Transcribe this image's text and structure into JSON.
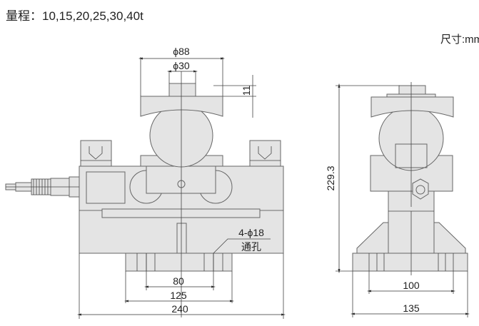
{
  "header": {
    "range_label": "量程：10,15,20,25,30,40t",
    "unit_label": "尺寸:mm"
  },
  "front_view": {
    "dim_outer_diameter": "ϕ88",
    "dim_inner_diameter": "ϕ30",
    "dim_height_top": "11",
    "hole_spec": "4-ϕ18",
    "hole_type": "通孔",
    "dim_hole_spacing": "80",
    "dim_base_width": "125",
    "dim_total_width": "240"
  },
  "side_view": {
    "dim_total_height": "229.3",
    "dim_hole_spacing": "100",
    "dim_base_width": "135"
  }
}
